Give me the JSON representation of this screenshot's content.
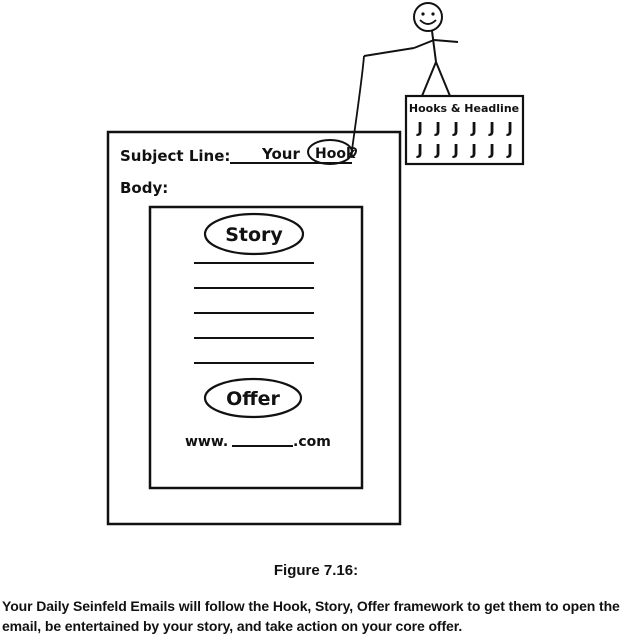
{
  "email": {
    "subject_prefix": "Subject Line:",
    "subject_value": "Your",
    "hook_word": "Hook",
    "body_label": "Body:"
  },
  "content": {
    "story_label": "Story",
    "offer_label": "Offer",
    "url_prefix": "www.",
    "url_suffix": ".com"
  },
  "sign": {
    "title": "Hooks & Headline",
    "hook_glyph": "J"
  },
  "figure": {
    "label": "Figure 7.16:",
    "caption": "Your Daily Seinfeld Emails will follow the Hook, Story, Offer framework to get them to open the email, be entertained by your story, and take action on your core offer."
  }
}
